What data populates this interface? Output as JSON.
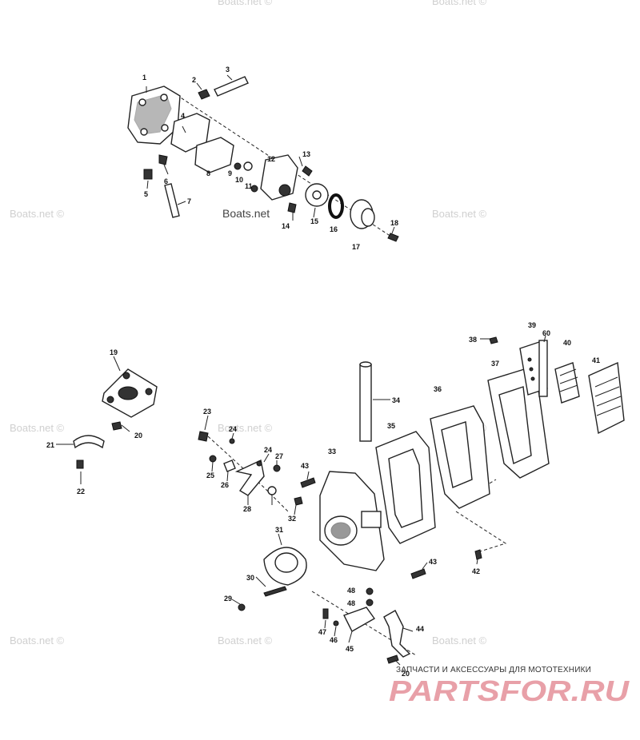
{
  "watermark": "Boats.net ©",
  "watermark_plain": "Boats.net",
  "callouts": [
    "1",
    "2",
    "3",
    "4",
    "5",
    "6",
    "7",
    "8",
    "9",
    "10",
    "11",
    "12",
    "13",
    "14",
    "15",
    "16",
    "17",
    "18",
    "19",
    "20",
    "20",
    "21",
    "22",
    "23",
    "24",
    "24",
    "25",
    "26",
    "27",
    "28",
    "29",
    "30",
    "31",
    "32",
    "33",
    "34",
    "35",
    "36",
    "37",
    "38",
    "39",
    "40",
    "41",
    "42",
    "43",
    "43",
    "44",
    "45",
    "46",
    "47",
    "48",
    "48",
    "60"
  ],
  "shop": {
    "caption": "ЗАПЧАСТИ И АКСЕССУАРЫ ДЛЯ МОТОТЕХНИКИ",
    "logo": "PARTSFOR.RU",
    "logo_color": "#e8a0a8"
  }
}
